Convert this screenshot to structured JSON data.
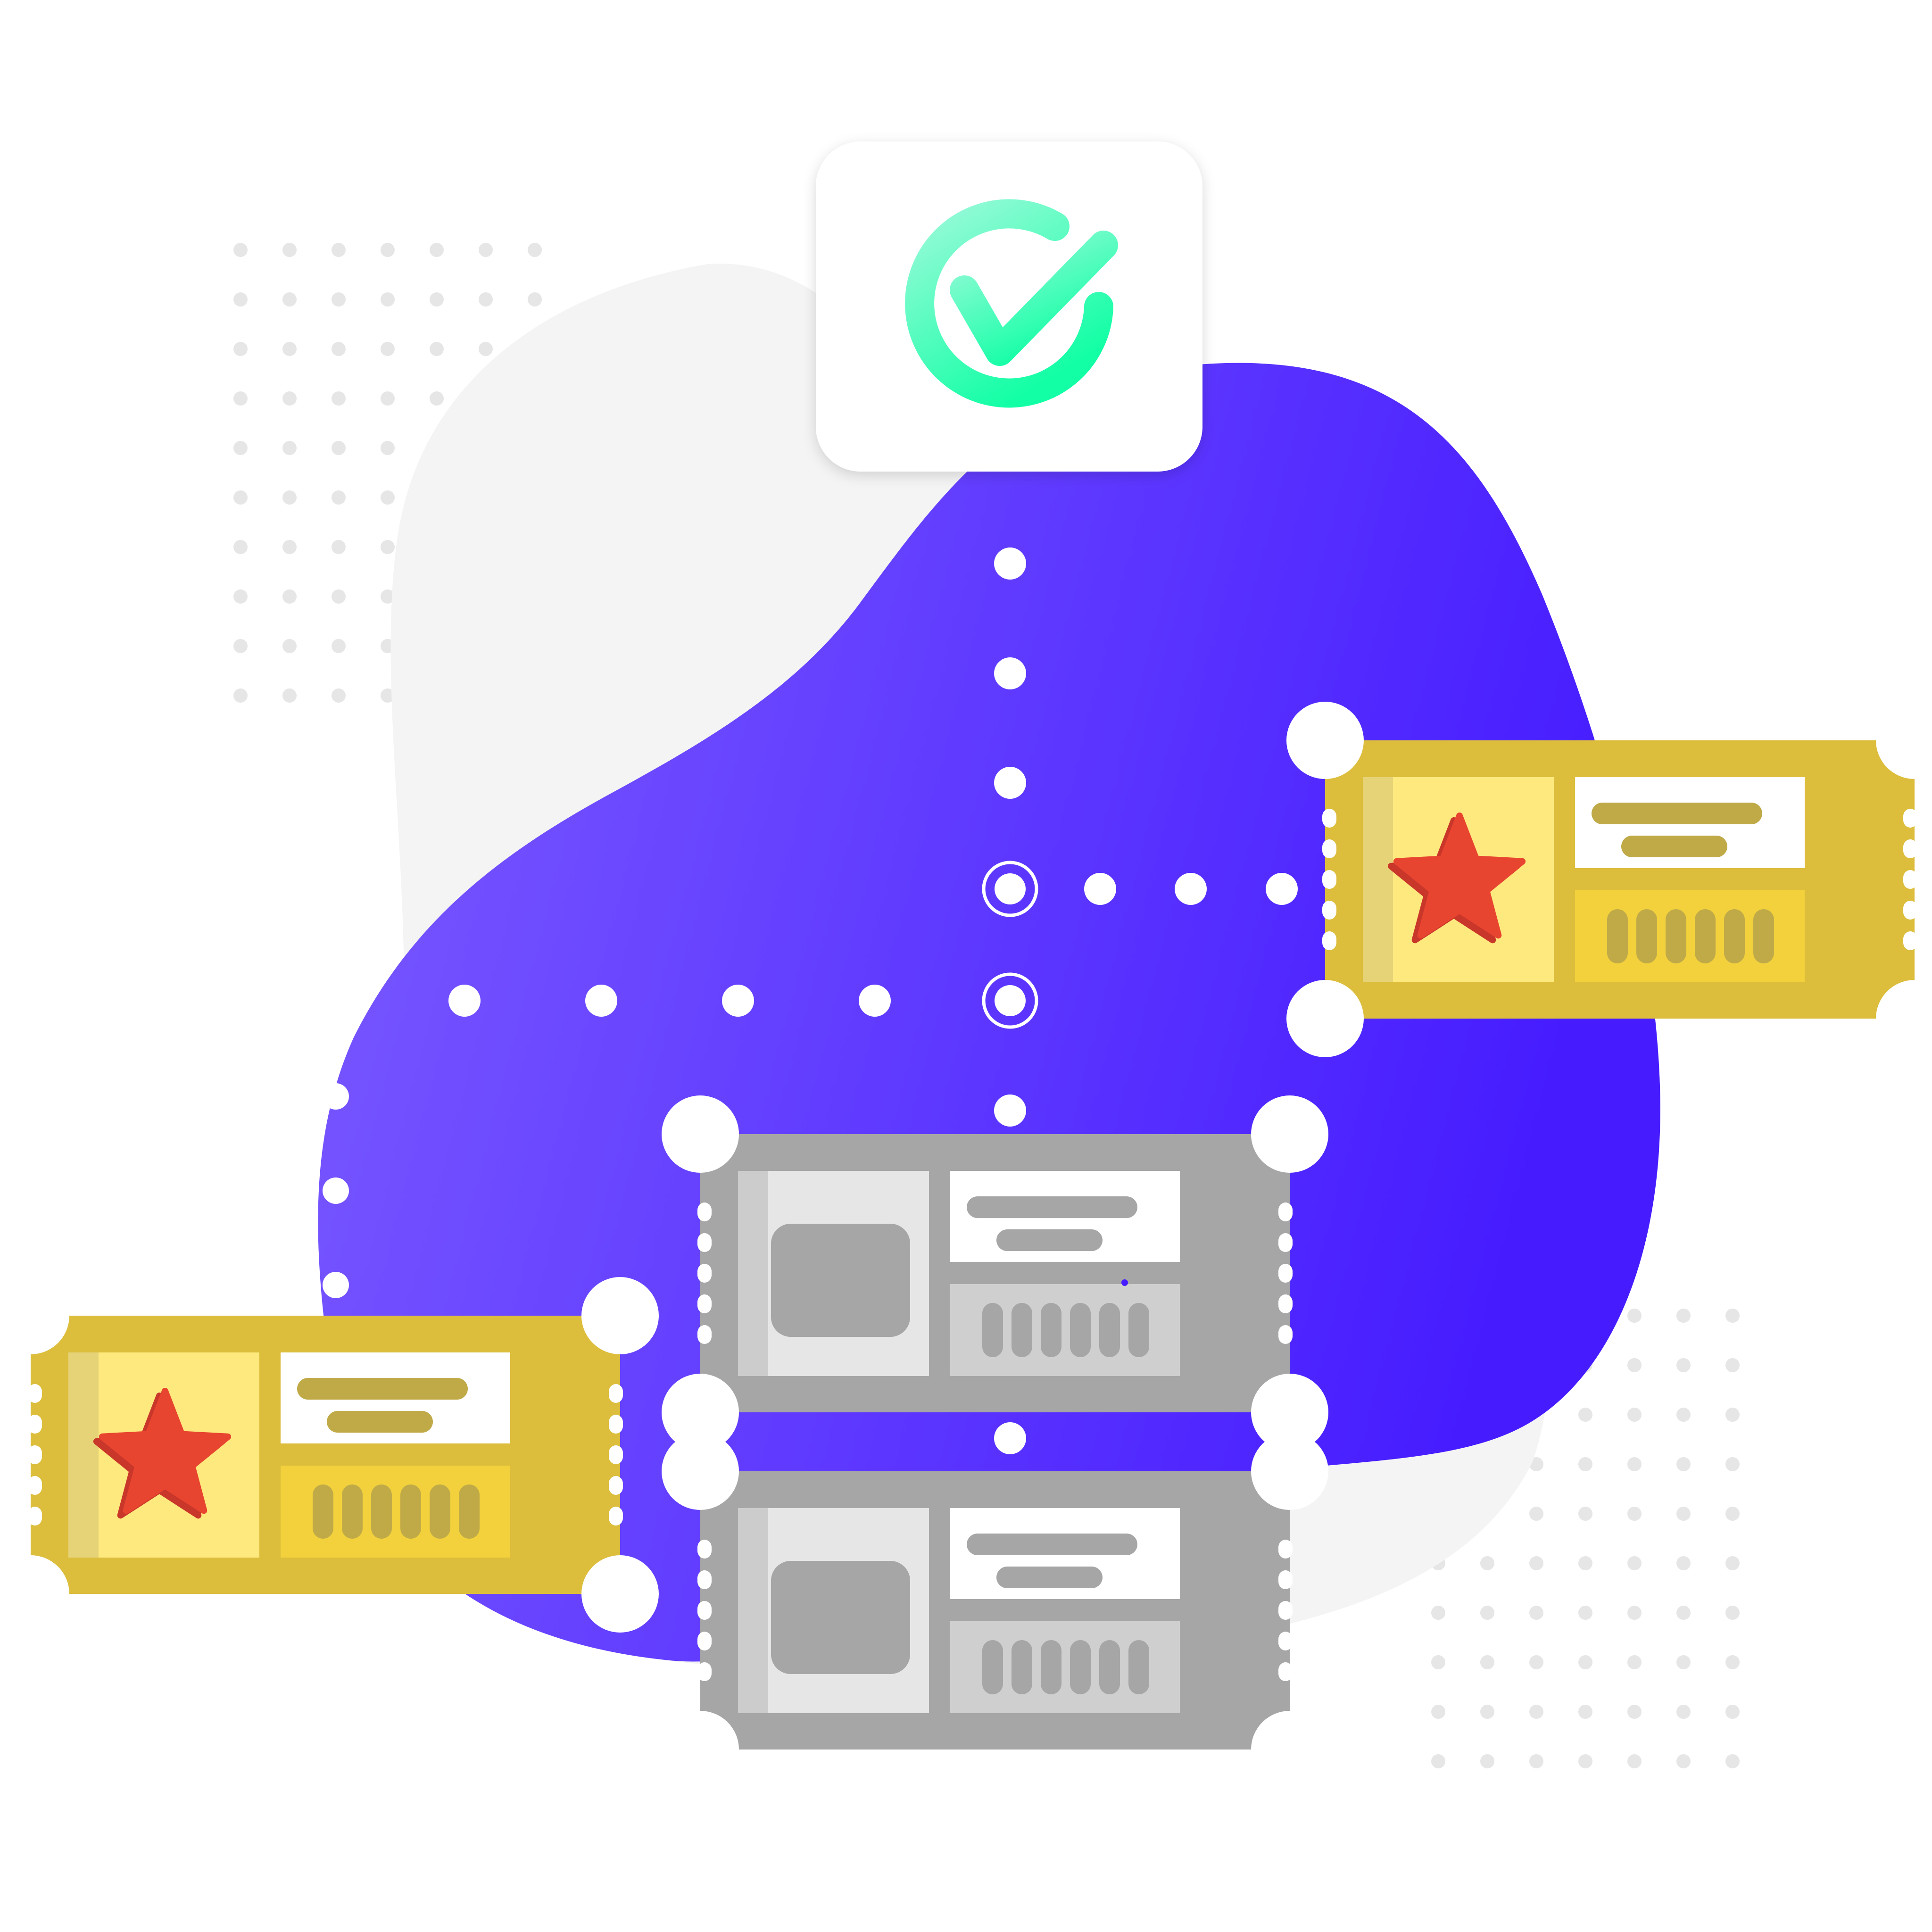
{
  "illustration": {
    "subject": "ticket-validation",
    "colors": {
      "background": "#ffffff",
      "halftone_dots": "#e6e6e6",
      "light_blob": "#f4f4f4",
      "blob_gradient_start": "#7c5cff",
      "blob_gradient_end": "#461cff",
      "path_dots": "#ffffff",
      "check_gradient_start": "#9afad9",
      "check_gradient_end": "#12ffa5",
      "gold_frame": "#dcbd3c",
      "gold_inner": "#fee97e",
      "gold_strip": "#e6d377",
      "gold_barcode_panel": "#f2d13c",
      "gold_marks": "#c0aa48",
      "star": "#e84530",
      "star_shade": "#c9362a",
      "gray_frame": "#a6a6a6",
      "gray_inner": "#e6e6e6",
      "gray_strip": "#cccccc",
      "gray_barcode_panel": "#cfcfcf",
      "gray_marks": "#a6a6a6",
      "panel_white": "#ffffff"
    },
    "icons": [
      "check-circle-icon",
      "star-icon"
    ],
    "tickets": [
      {
        "variant": "gold",
        "icon": "star-icon"
      },
      {
        "variant": "gold",
        "icon": "star-icon"
      },
      {
        "variant": "gray",
        "icon": "placeholder-square-icon"
      },
      {
        "variant": "gray",
        "icon": "placeholder-square-icon"
      }
    ]
  }
}
